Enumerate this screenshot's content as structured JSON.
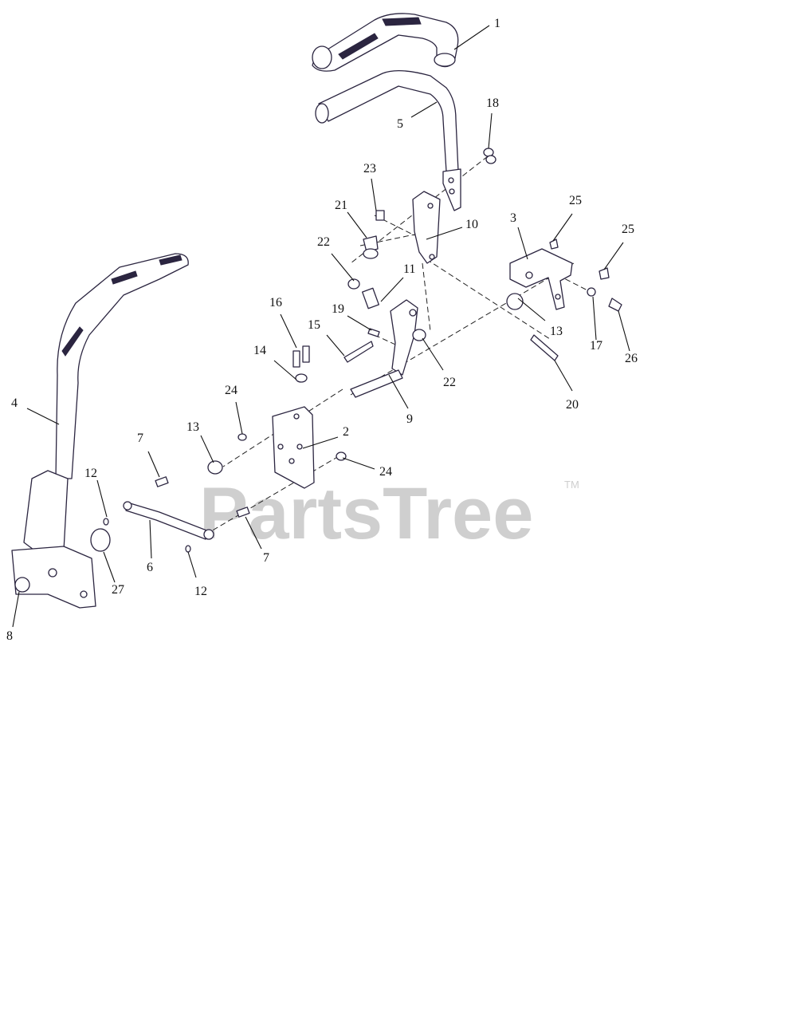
{
  "diagram": {
    "callouts": [
      {
        "id": "c1",
        "text": "1"
      },
      {
        "id": "c5",
        "text": "5"
      },
      {
        "id": "c18",
        "text": "18"
      },
      {
        "id": "c23",
        "text": "23"
      },
      {
        "id": "c21",
        "text": "21"
      },
      {
        "id": "c10",
        "text": "10"
      },
      {
        "id": "c3",
        "text": "3"
      },
      {
        "id": "c25a",
        "text": "25"
      },
      {
        "id": "c25b",
        "text": "25"
      },
      {
        "id": "c22a",
        "text": "22"
      },
      {
        "id": "c11",
        "text": "11"
      },
      {
        "id": "c16",
        "text": "16"
      },
      {
        "id": "c19",
        "text": "19"
      },
      {
        "id": "c15",
        "text": "15"
      },
      {
        "id": "c14",
        "text": "14"
      },
      {
        "id": "c13a",
        "text": "13"
      },
      {
        "id": "c17",
        "text": "17"
      },
      {
        "id": "c26",
        "text": "26"
      },
      {
        "id": "c22b",
        "text": "22"
      },
      {
        "id": "c20",
        "text": "20"
      },
      {
        "id": "c4",
        "text": "4"
      },
      {
        "id": "c24a",
        "text": "24"
      },
      {
        "id": "c9",
        "text": "9"
      },
      {
        "id": "c2",
        "text": "2"
      },
      {
        "id": "c13b",
        "text": "13"
      },
      {
        "id": "c7a",
        "text": "7"
      },
      {
        "id": "c24b",
        "text": "24"
      },
      {
        "id": "c12a",
        "text": "12"
      },
      {
        "id": "c6",
        "text": "6"
      },
      {
        "id": "c7b",
        "text": "7"
      },
      {
        "id": "c27",
        "text": "27"
      },
      {
        "id": "c12b",
        "text": "12"
      },
      {
        "id": "c8",
        "text": "8"
      }
    ]
  },
  "watermark": {
    "text": "PartsTree",
    "trademark": "TM"
  }
}
